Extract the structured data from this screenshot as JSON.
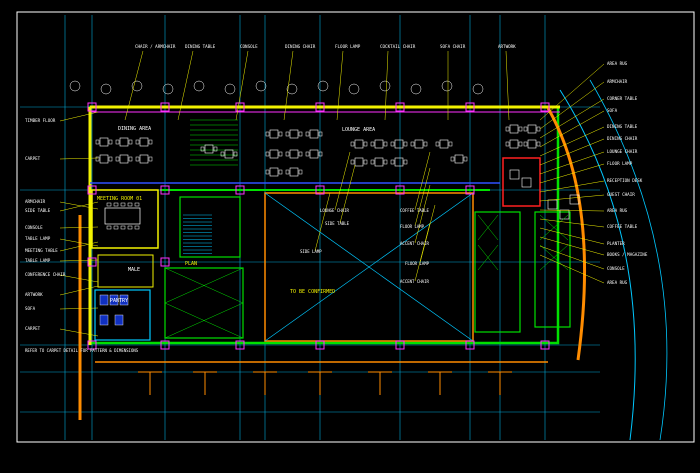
{
  "drawing": {
    "room_labels": {
      "dining_area": "DINING AREA",
      "lounge_area": "LOUNGE AREA",
      "meeting_room": "MEETING ROOM 01",
      "to_be_confirmed": "TO BE CONFIRMED",
      "stair_note": "PLAN",
      "toilet_female": "MALE",
      "pantry": "PANTRY"
    },
    "left_callouts": [
      "TIMBER FLOOR",
      "CARPET",
      "ARMCHAIR",
      "SIDE TABLE",
      "CONSOLE",
      "TABLE LAMP",
      "MEETING TABLE",
      "TABLE LAMP",
      "CONFERENCE CHAIR",
      "ARTWORK",
      "SOFA",
      "CARPET"
    ],
    "left_footnote": "REFER TO CARPET DETAIL FOR PATTERN & DIMENSIONS",
    "top_callouts": [
      "CHAIR / ARMCHAIR",
      "DINING TABLE",
      "CONSOLE",
      "DINING CHAIR",
      "FLOOR LAMP",
      "COCKTAIL CHAIR",
      "SOFA CHAIR",
      "ARTWORK"
    ],
    "right_callouts": [
      "AREA RUG",
      "ARMCHAIR",
      "CORNER TABLE",
      "SOFA",
      "DINING TABLE",
      "DINING CHAIR",
      "LOUNGE CHAIR",
      "FLOOR LAMP",
      "RECEPTION DESK",
      "GUEST CHAIR",
      "AREA RUG",
      "COFFEE TABLE",
      "PLANTER",
      "BOOKS / MAGAZINE",
      "CONSOLE",
      "AREA RUG"
    ],
    "center_callouts": [
      "LOUNGE CHAIR",
      "SIDE TABLE",
      "COFFEE TABLE",
      "FLOOR LAMP",
      "ACCENT CHAIR",
      "SIDE LAMP",
      "FLOOR LAMP",
      "ACCENT CHAIR"
    ],
    "colors": {
      "background": "#000000",
      "grid": "#00c8ff",
      "wall_yellow": "#f2f200",
      "wall_green": "#00e000",
      "wall_orange": "#ff8c00",
      "furniture_white": "#ffffff",
      "accent_red": "#ff2020",
      "magenta": "#ff30ff",
      "blue": "#3050ff"
    }
  }
}
